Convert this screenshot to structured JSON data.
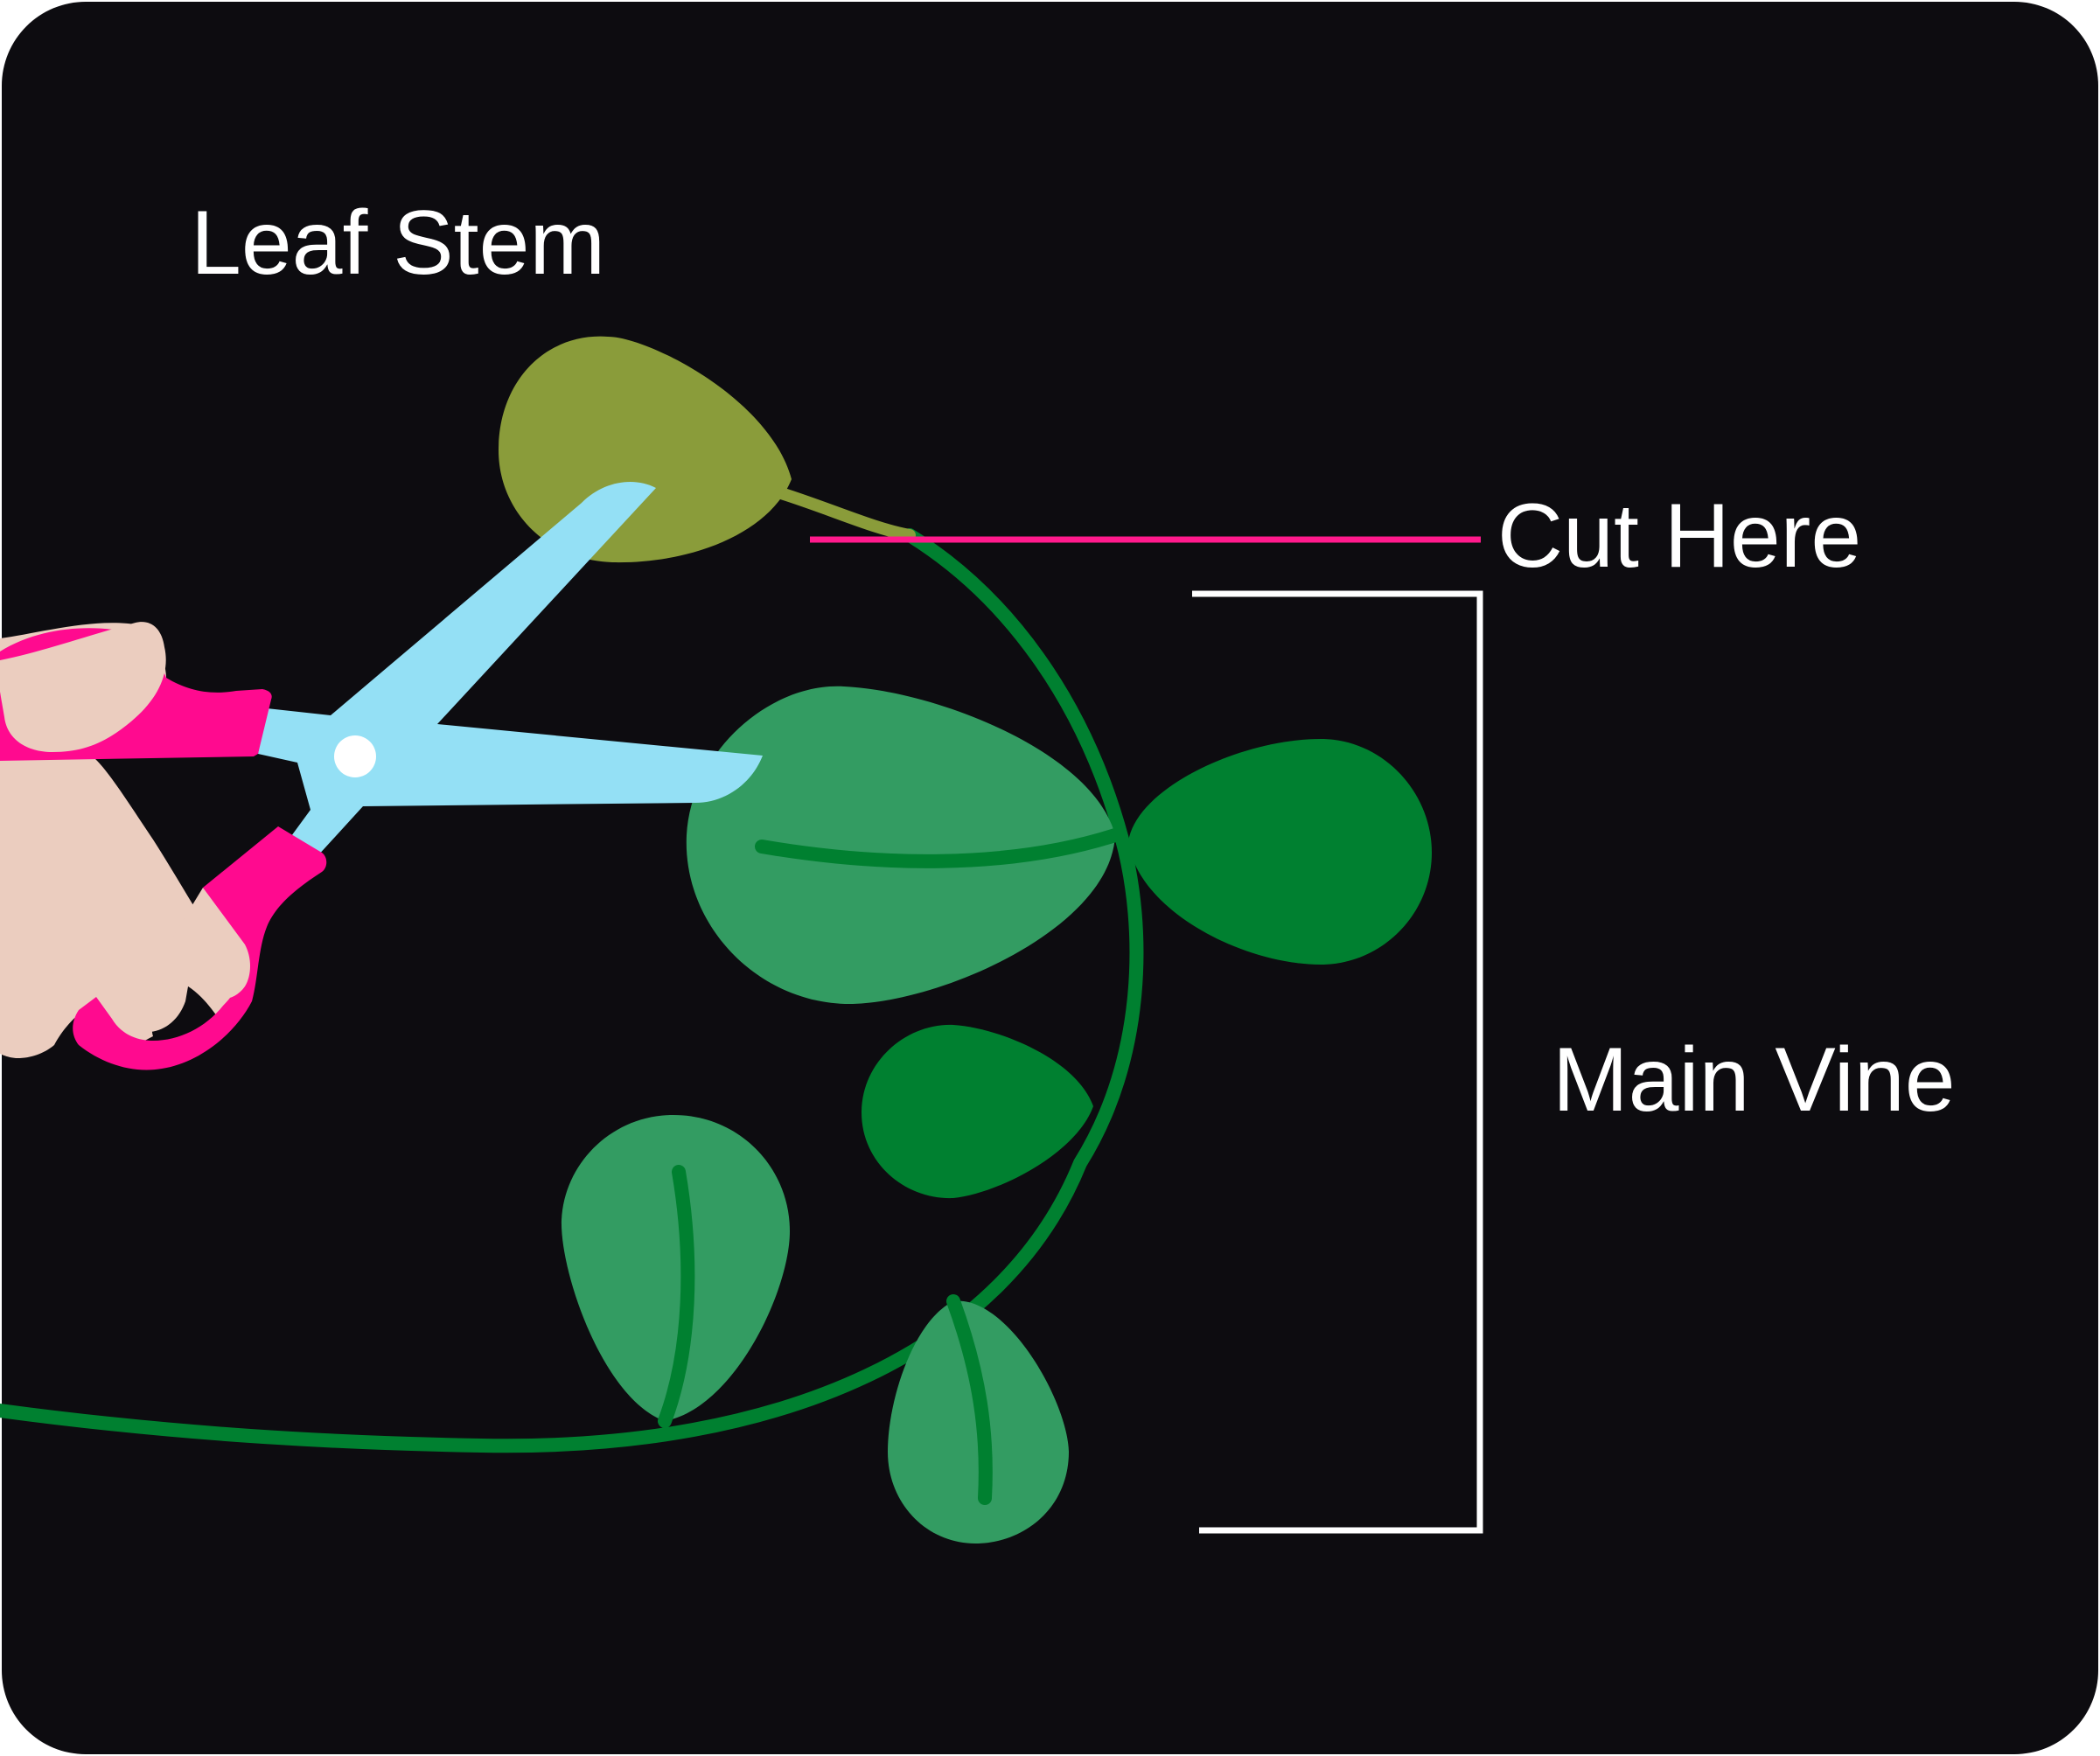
{
  "labels": {
    "leaf_stem": "Leaf Stem",
    "cut_here": "Cut Here",
    "main_vine": "Main Vine"
  },
  "colors": {
    "background": "#0d0c10",
    "vine": "#008030",
    "leaf_light": "#339c62",
    "leaf_dark": "#008030",
    "leaf_cut": "#8a9c3a",
    "cut_line": "#ff1a8c",
    "bracket": "#ffffff",
    "scissor_blade": "#94e0f5",
    "scissor_handle": "#ff0a8f",
    "hand": "#ebcdbf"
  },
  "icons": [
    "scissors-icon",
    "hand-icon"
  ]
}
